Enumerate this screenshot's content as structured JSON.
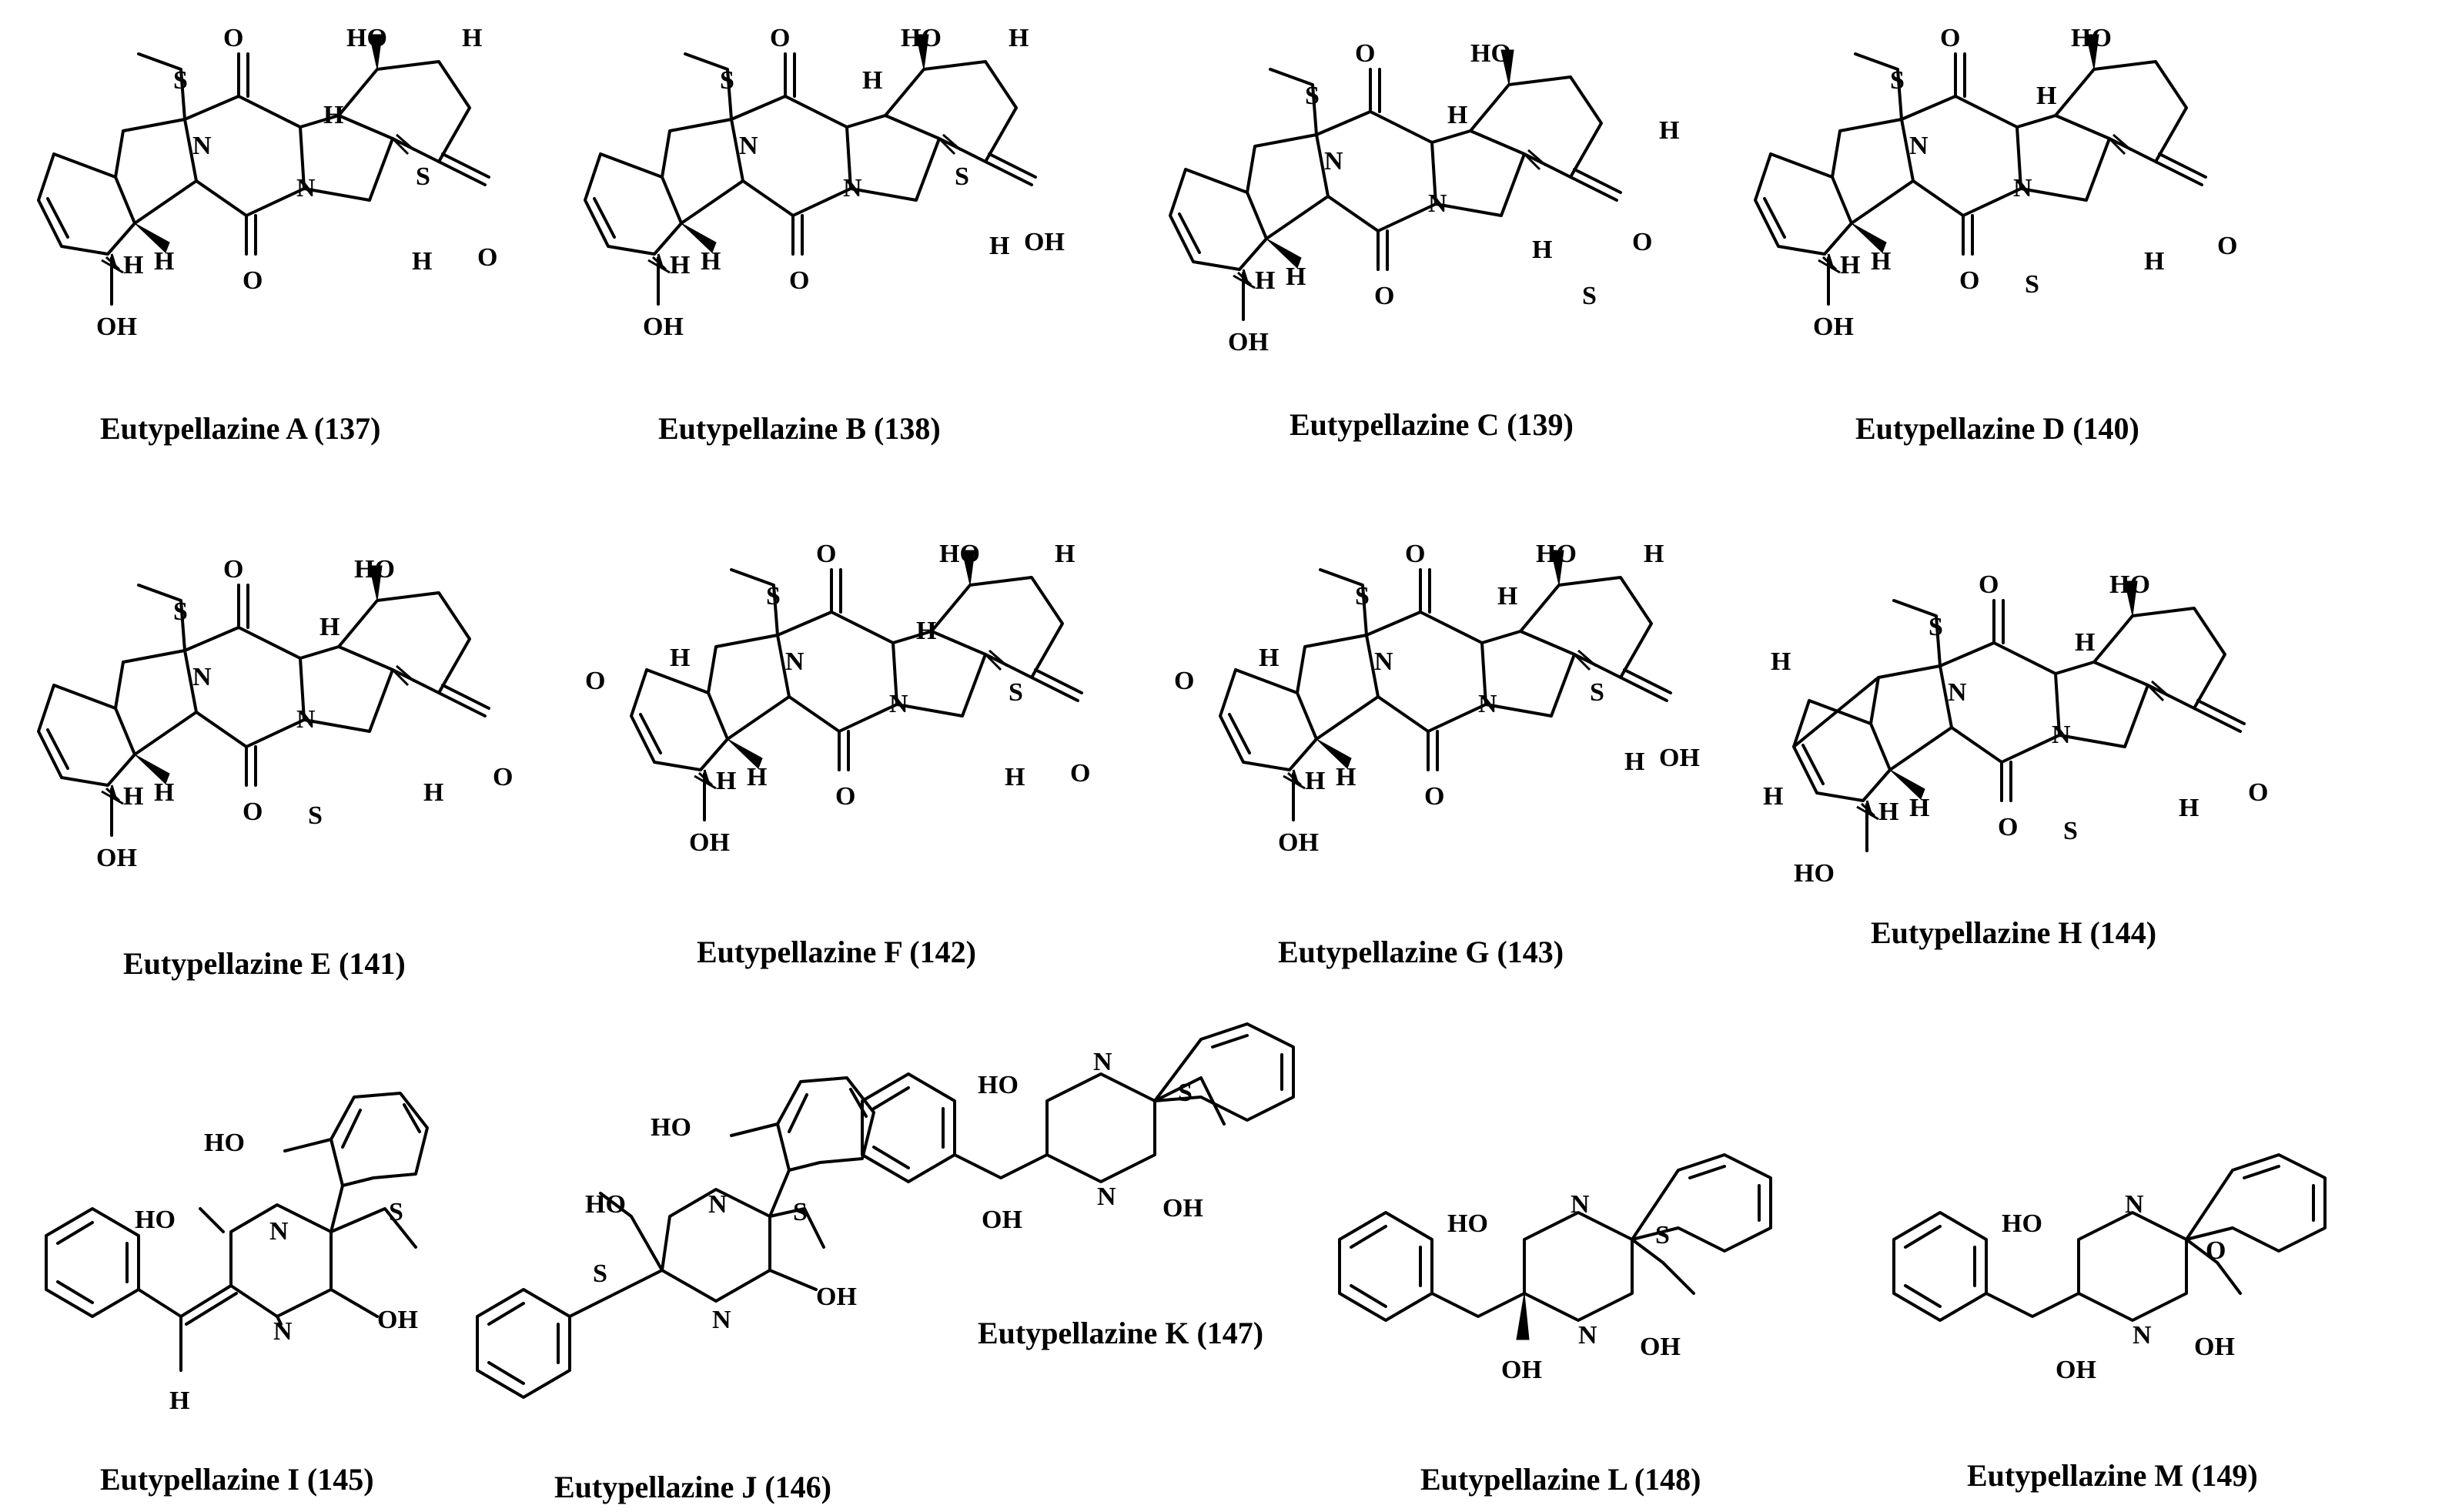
{
  "figure": {
    "captions": [
      "Eutypellazine A (137)",
      "Eutypellazine B (138)",
      "Eutypellazine C (139)",
      "Eutypellazine D (140)",
      "Eutypellazine E (141)",
      "Eutypellazine F (142)",
      "Eutypellazine G (143)",
      "Eutypellazine H (144)",
      "Eutypellazine I (145)",
      "Eutypellazine J (146)",
      "Eutypellazine K (147)",
      "Eutypellazine L (148)",
      "Eutypellazine M (149)"
    ],
    "atoms": {
      "O": "O",
      "N": "N",
      "S": "S",
      "H": "H",
      "OH": "OH",
      "HO": "HO"
    }
  }
}
